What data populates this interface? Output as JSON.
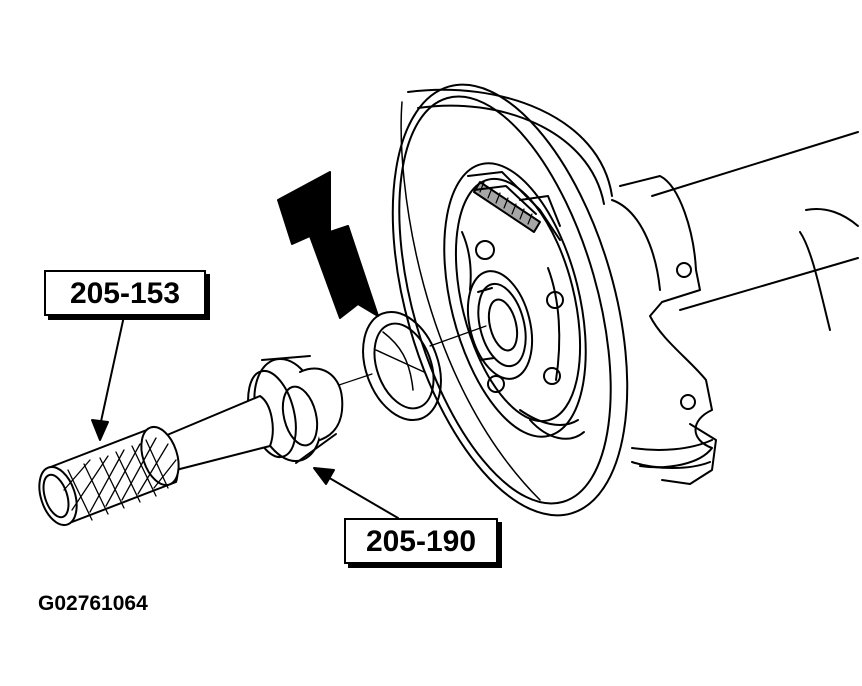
{
  "labels": {
    "tool_a": "205-153",
    "tool_b": "205-190"
  },
  "figure_id": "G02761064",
  "colors": {
    "ink": "#000000",
    "paper": "#ffffff"
  }
}
